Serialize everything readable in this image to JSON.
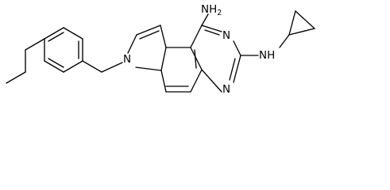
{
  "molecule": {
    "labels": {
      "amine": "NH2",
      "amine_main": "NH",
      "amine_sub": "2",
      "ring_n_top": "N",
      "ring_n_bottom": "N",
      "pyrrole_n": "N",
      "secondary_amine": "NH"
    }
  }
}
